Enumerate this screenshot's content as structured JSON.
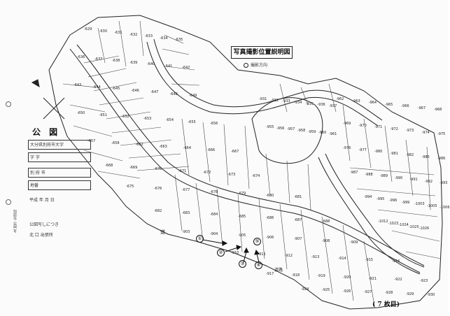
{
  "title": "写真撮影位置説明図",
  "legend": {
    "symbol_label": "撮影方向"
  },
  "sheet_count": "( 7 枚目)",
  "public_map_label": "公 図",
  "stamp_block": {
    "lines": [
      "大分県別府市大字",
      "字 字",
      "別 府 市",
      "地番",
      "平成 年 月 日",
      "公図写しにつき",
      "北 口 出張所"
    ]
  },
  "side_margin_text": "別府市 公図 写",
  "photo_positions": [
    "①",
    "②",
    "③",
    "④",
    "⑤"
  ],
  "road_labels": [
    "道",
    "道路"
  ],
  "lots": [
    {
      "label": "-629"
    },
    {
      "label": "-630"
    },
    {
      "label": "-631"
    },
    {
      "label": "-632"
    },
    {
      "label": "-633"
    },
    {
      "label": "-634"
    },
    {
      "label": "-635"
    },
    {
      "label": "-636"
    },
    {
      "label": "-637"
    },
    {
      "label": "-638"
    },
    {
      "label": "-639"
    },
    {
      "label": "-640"
    },
    {
      "label": "-641"
    },
    {
      "label": "-642"
    },
    {
      "label": "-643"
    },
    {
      "label": "-644"
    },
    {
      "label": "-645"
    },
    {
      "label": "-646"
    },
    {
      "label": "-647"
    },
    {
      "label": "-648"
    },
    {
      "label": "-649"
    },
    {
      "label": "-650"
    },
    {
      "label": "-651"
    },
    {
      "label": "-652"
    },
    {
      "label": "-653"
    },
    {
      "label": "-654"
    },
    {
      "label": "-655"
    },
    {
      "label": "-656"
    },
    {
      "label": "-657"
    },
    {
      "label": "-658"
    },
    {
      "label": "-662"
    },
    {
      "label": "-663"
    },
    {
      "label": "-664"
    },
    {
      "label": "-666"
    },
    {
      "label": "-667"
    },
    {
      "label": "-668"
    },
    {
      "label": "-669"
    },
    {
      "label": "-670"
    },
    {
      "label": "-671"
    },
    {
      "label": "-672"
    },
    {
      "label": "-673"
    },
    {
      "label": "-674"
    },
    {
      "label": "-675"
    },
    {
      "label": "-676"
    },
    {
      "label": "-677"
    },
    {
      "label": "-678"
    },
    {
      "label": "-679"
    },
    {
      "label": "-680"
    },
    {
      "label": "-681"
    },
    {
      "label": "-682"
    },
    {
      "label": "-683"
    },
    {
      "label": "-684"
    },
    {
      "label": "-685"
    },
    {
      "label": "-686"
    },
    {
      "label": "-687"
    },
    {
      "label": "-688"
    },
    {
      "label": "-903"
    },
    {
      "label": "-904"
    },
    {
      "label": "-905"
    },
    {
      "label": "-906"
    },
    {
      "label": "-907"
    },
    {
      "label": "-908"
    },
    {
      "label": "-909"
    },
    {
      "label": "-910"
    },
    {
      "label": "-911"
    },
    {
      "label": "-912"
    },
    {
      "label": "-913"
    },
    {
      "label": "-914"
    },
    {
      "label": "-915"
    },
    {
      "label": "-916"
    },
    {
      "label": "-917"
    },
    {
      "label": "-918"
    },
    {
      "label": "-919"
    },
    {
      "label": "-920"
    },
    {
      "label": "-921"
    },
    {
      "label": "-922"
    },
    {
      "label": "-923"
    },
    {
      "label": "-924"
    },
    {
      "label": "-925"
    },
    {
      "label": "-926"
    },
    {
      "label": "-927"
    },
    {
      "label": "-928"
    },
    {
      "label": "-929"
    },
    {
      "label": "-930"
    },
    {
      "label": "-931"
    },
    {
      "label": "-932"
    },
    {
      "label": "-933"
    },
    {
      "label": "-934"
    },
    {
      "label": "-935"
    },
    {
      "label": "-936"
    },
    {
      "label": "-937"
    },
    {
      "label": "-955"
    },
    {
      "label": "-956"
    },
    {
      "label": "-957"
    },
    {
      "label": "-958"
    },
    {
      "label": "-959"
    },
    {
      "label": "-960"
    },
    {
      "label": "-961"
    },
    {
      "label": "-962"
    },
    {
      "label": "-963"
    },
    {
      "label": "-964"
    },
    {
      "label": "-965"
    },
    {
      "label": "-966"
    },
    {
      "label": "-967"
    },
    {
      "label": "-968"
    },
    {
      "label": "-969"
    },
    {
      "label": "-970"
    },
    {
      "label": "-971"
    },
    {
      "label": "-972"
    },
    {
      "label": "-973"
    },
    {
      "label": "-974"
    },
    {
      "label": "-975"
    },
    {
      "label": "-976"
    },
    {
      "label": "-977"
    },
    {
      "label": "-980"
    },
    {
      "label": "-981"
    },
    {
      "label": "-982"
    },
    {
      "label": "-985"
    },
    {
      "label": "-986"
    },
    {
      "label": "-987"
    },
    {
      "label": "-988"
    },
    {
      "label": "-989"
    },
    {
      "label": "-990"
    },
    {
      "label": "-991"
    },
    {
      "label": "-992"
    },
    {
      "label": "-993"
    },
    {
      "label": "-994"
    },
    {
      "label": "-995"
    },
    {
      "label": "-996"
    },
    {
      "label": "-999"
    },
    {
      "label": "-1003"
    },
    {
      "label": "-1005"
    },
    {
      "label": "-1006"
    },
    {
      "label": "-1012"
    },
    {
      "label": "-1023"
    },
    {
      "label": "-1024"
    },
    {
      "label": "-1025"
    },
    {
      "label": "-1026"
    }
  ]
}
